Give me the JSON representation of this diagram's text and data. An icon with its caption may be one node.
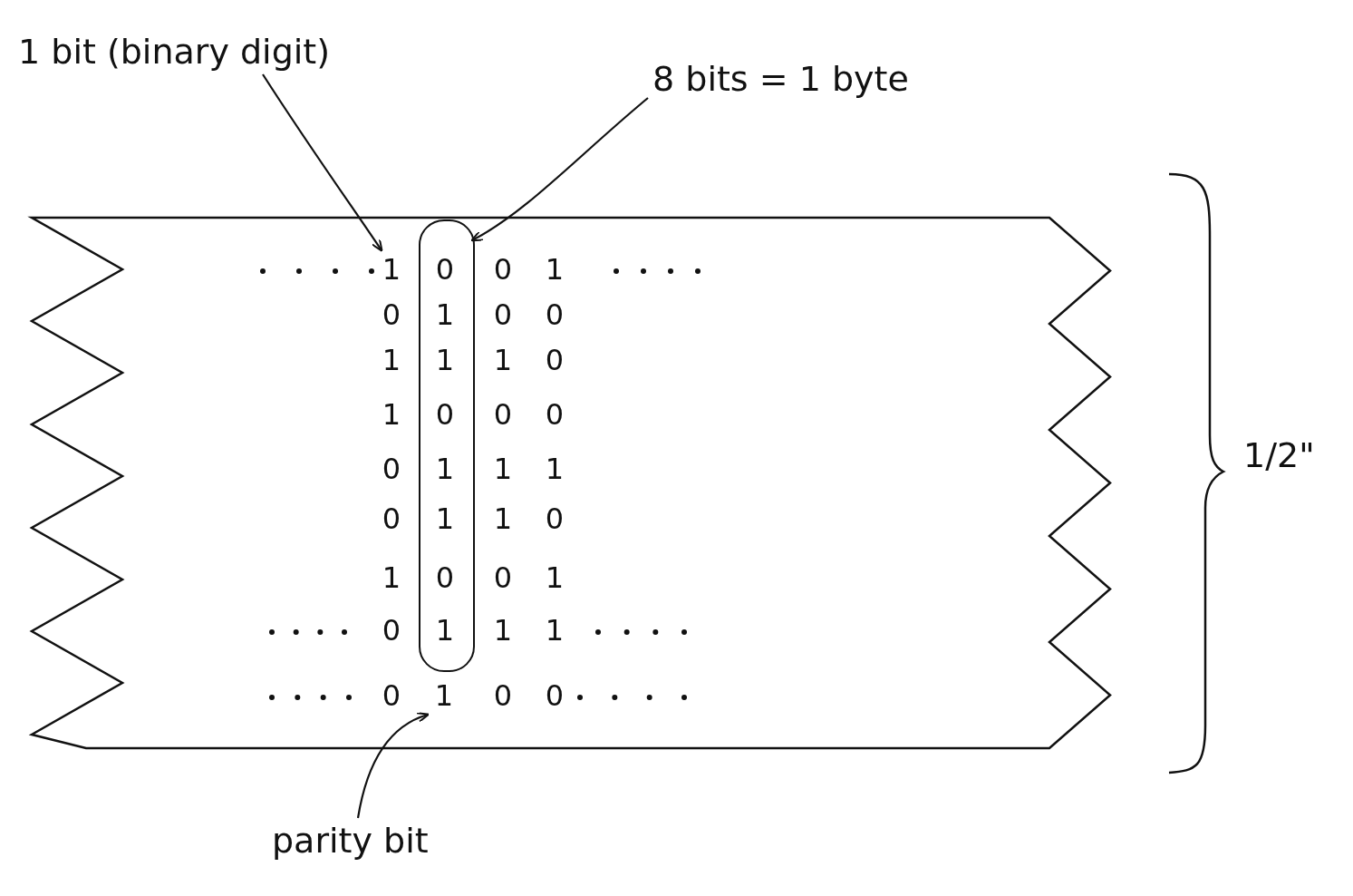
{
  "diagram": {
    "nodes": [
      {
        "text": [
          "1 bit (binary digit)"
        ]
      },
      {
        "text": [
          "8 bits = 1 byte"
        ]
      },
      {
        "text": [],
        "shape": "box"
      },
      {
        "text": [
          "1"
        ]
      },
      {
        "text": [
          "0"
        ],
        "in": 2
      },
      {
        "text": [
          "1"
        ],
        "in": 2
      },
      {
        "text": [
          "1"
        ],
        "in": 2
      },
      {
        "text": [
          "0"
        ],
        "in": 2
      },
      {
        "text": [
          "1"
        ],
        "in": 2
      },
      {
        "text": [
          "1"
        ],
        "in": 2
      },
      {
        "text": [
          "0"
        ],
        "in": 2
      },
      {
        "text": [
          "1"
        ],
        "in": 2
      },
      {
        "text": [
          "1"
        ]
      },
      {
        "text": [
          "parity bit"
        ]
      }
    ],
    "edges": [
      {
        "from": 0,
        "to": 3,
        "arrow": "to"
      },
      {
        "from": 1,
        "to": 2,
        "arrow": "to"
      },
      {
        "from": 13,
        "to": 12,
        "arrow": "to"
      }
    ],
    "labels": [
      "0",
      "1",
      "0",
      "0",
      "0",
      "1",
      "1",
      "0",
      "1",
      "0",
      "0",
      "0",
      "1",
      "1",
      "0",
      "1",
      "0",
      "1",
      "0",
      "1",
      "0",
      "1",
      "1",
      "0",
      "0",
      "0",
      "1/2\""
    ]
  }
}
